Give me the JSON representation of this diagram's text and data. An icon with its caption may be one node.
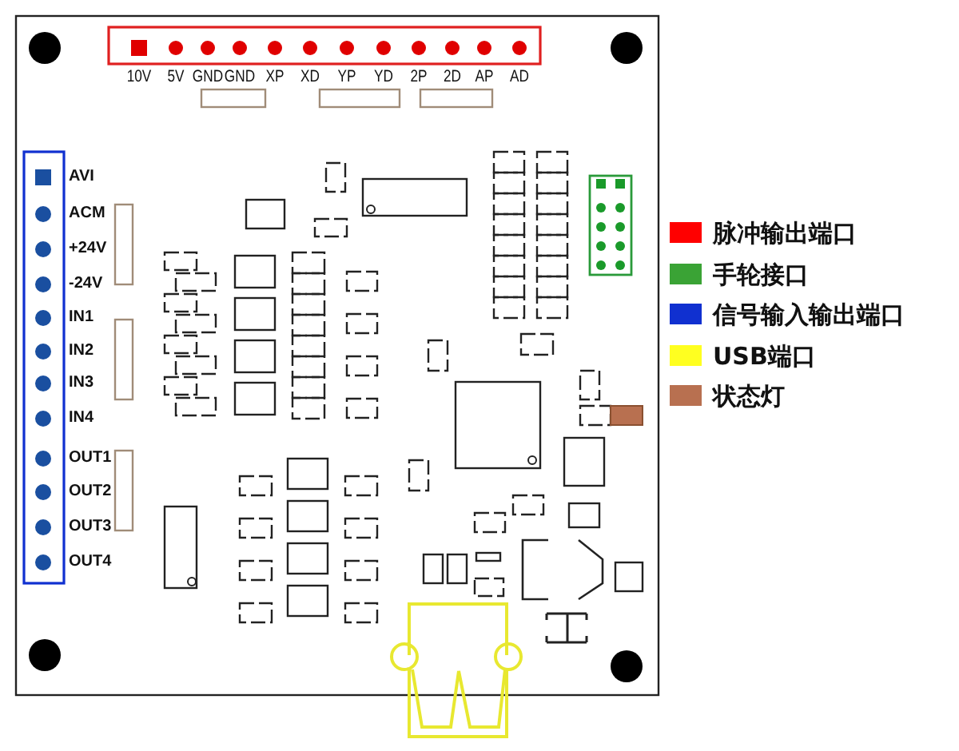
{
  "diagram": {
    "labels": [
      "10V",
      "5V",
      "GND",
      "GND",
      "XP",
      "XD",
      "YP",
      "YD",
      "2P",
      "2D",
      "AP",
      "AD",
      "AVI",
      "ACM",
      "+24V",
      "-24V",
      "IN1",
      "IN2",
      "IN3",
      "IN4",
      "OUT1",
      "OUT2",
      "OUT3",
      "OUT4"
    ],
    "legend": [
      {
        "text": "脉冲输出端口",
        "color": "#ff0000"
      },
      {
        "text": "手轮接口",
        "color": "#3aa335"
      },
      {
        "text": "信号输入输出端口",
        "color": "#1030d0"
      },
      {
        "text": "USB端口",
        "color": "#ffff20"
      },
      {
        "text": "状态灯",
        "color": "#b87050"
      }
    ]
  }
}
